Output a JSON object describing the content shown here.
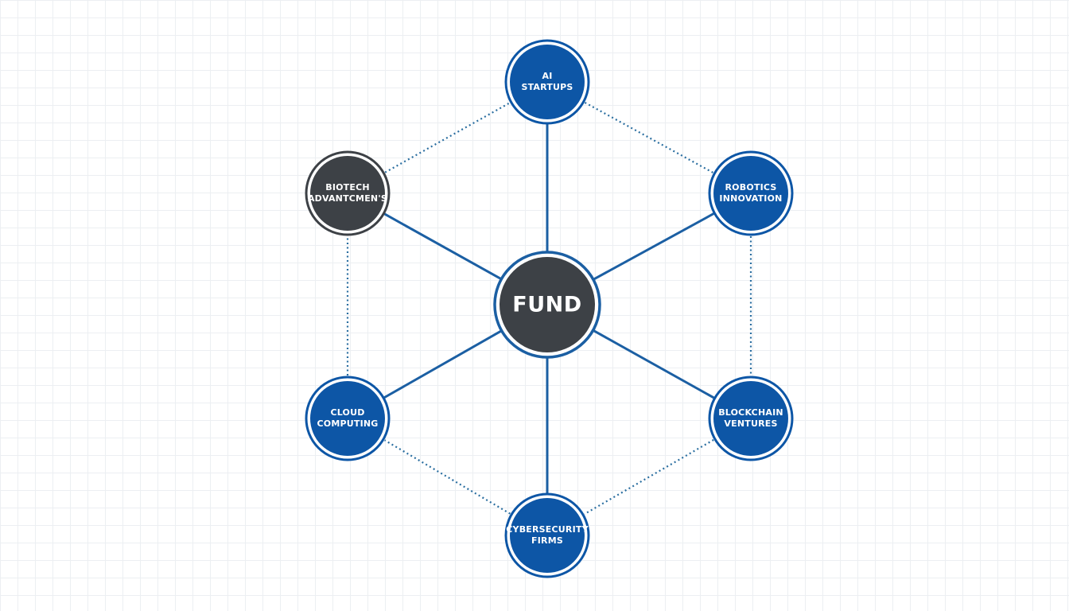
{
  "colors": {
    "blue": "#0d56a6",
    "dark": "#3d4146",
    "spoke": "#1b5fa3",
    "dotted": "#2a6ea0"
  },
  "center": {
    "label": "FUND",
    "fill": "dark"
  },
  "nodes": [
    {
      "id": "ai-startups",
      "lines": [
        "AI",
        "STARTUPS"
      ],
      "fill": "blue"
    },
    {
      "id": "robotics-innovation",
      "lines": [
        "ROBOTICS",
        "INNOVATION"
      ],
      "fill": "blue"
    },
    {
      "id": "blockchain-ventures",
      "lines": [
        "BLOCKCHAIN",
        "VENTURES"
      ],
      "fill": "blue"
    },
    {
      "id": "cybersecurity-firms",
      "lines": [
        "CYBERSECURITY",
        "FIRMS"
      ],
      "fill": "blue"
    },
    {
      "id": "cloud-computing",
      "lines": [
        "CLOUD",
        "COMPUTING"
      ],
      "fill": "blue"
    },
    {
      "id": "biotech-advancements",
      "lines": [
        "BIOTECH",
        "ADVANTCMEN'S"
      ],
      "fill": "dark"
    }
  ],
  "connections": {
    "spokes": "center-to-each-node",
    "ring": "dotted-between-adjacent-nodes"
  }
}
